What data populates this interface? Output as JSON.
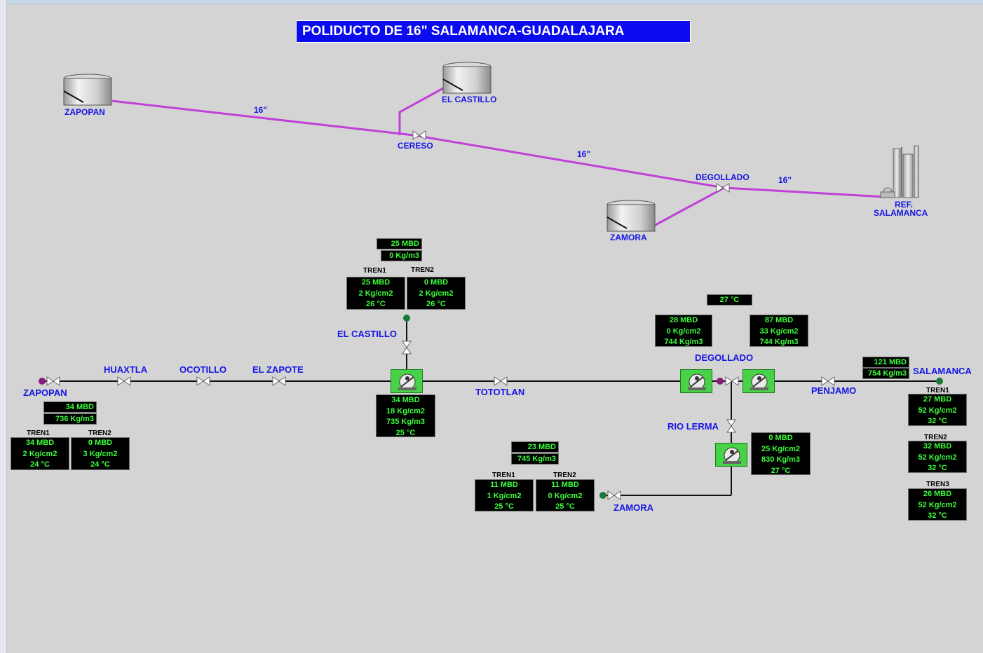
{
  "title": "POLIDUCTO DE 16\" SALAMANCA-GUADALAJARA",
  "colors": {
    "banner": "#0b0bf0",
    "map_pipe": "#c040d8",
    "label": "#1515e6",
    "value_text": "#3cff3c",
    "pump": "#48d248"
  },
  "map": {
    "zapopan": "ZAPOPAN",
    "el_castillo": "EL CASTILLO",
    "cereso": "CERESO",
    "degollado": "DEGOLLADO",
    "zamora": "ZAMORA",
    "refinery": [
      "REF.",
      "SALAMANCA"
    ],
    "diam_1": "16\"",
    "diam_2": "16\"",
    "diam_3": "16\""
  },
  "stations": {
    "zapopan": "ZAPOPAN",
    "huaxtla": "HUAXTLA",
    "ocotillo": "OCOTILLO",
    "el_zapote": "EL ZAPOTE",
    "el_castillo": "EL CASTILLO",
    "tototlan": "TOTOTLAN",
    "degollado": "DEGOLLADO",
    "penjamo": "PENJAMO",
    "salamanca": "SALAMANCA",
    "rio_lerma": "RIO LERMA",
    "zamora": "ZAMORA"
  },
  "zapopan": {
    "flow": "34 MBD",
    "density": "736 Kg/m3",
    "tren1": {
      "label": "TREN1",
      "lines": [
        "34 MBD",
        "2 Kg/cm2",
        "24 °C"
      ]
    },
    "tren2": {
      "label": "TREN2",
      "lines": [
        "0 MBD",
        "3 Kg/cm2",
        "24 °C"
      ]
    }
  },
  "castillo": {
    "flow": "25 MBD",
    "density": "0 Kg/m3",
    "tren1": {
      "label": "TREN1",
      "lines": [
        "25 MBD",
        "2 Kg/cm2",
        "26 °C"
      ]
    },
    "tren2": {
      "label": "TREN2",
      "lines": [
        "0 MBD",
        "2 Kg/cm2",
        "26 °C"
      ]
    },
    "main": [
      "34 MBD",
      "18 Kg/cm2",
      "735 Kg/m3",
      "25 °C"
    ]
  },
  "degollado": {
    "temp": "27 °C",
    "left": [
      "28 MBD",
      "0 Kg/cm2",
      "744 Kg/m3"
    ],
    "right": [
      "87 MBD",
      "33 Kg/cm2",
      "744 Kg/m3"
    ],
    "rio_lerma": [
      "0 MBD",
      "25 Kg/cm2",
      "830 Kg/m3",
      "27 °C"
    ]
  },
  "zamora": {
    "flow": "23 MBD",
    "density": "745 Kg/m3",
    "tren1": {
      "label": "TREN1",
      "lines": [
        "11 MBD",
        "1 Kg/cm2",
        "25 °C"
      ]
    },
    "tren2": {
      "label": "TREN2",
      "lines": [
        "11 MBD",
        "0 Kg/cm2",
        "25 °C"
      ]
    }
  },
  "salamanca": {
    "flow": "121 MBD",
    "density": "754 Kg/m3",
    "tren1": {
      "label": "TREN1",
      "lines": [
        "27 MBD",
        "52 Kg/cm2",
        "32 °C"
      ]
    },
    "tren2": {
      "label": "TREN2",
      "lines": [
        "32 MBD",
        "52 Kg/cm2",
        "32 °C"
      ]
    },
    "tren3": {
      "label": "TREN3",
      "lines": [
        "26 MBD",
        "52 Kg/cm2",
        "32 °C"
      ]
    }
  }
}
